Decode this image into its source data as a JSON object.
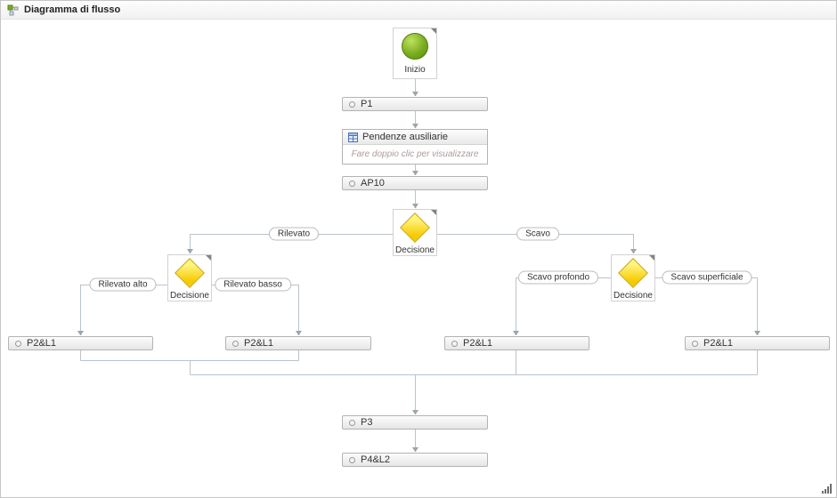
{
  "titlebar": {
    "title": "Diagramma di flusso"
  },
  "nodes": {
    "start": {
      "label": "Inizio"
    },
    "p1": {
      "label": "P1"
    },
    "aux": {
      "title": "Pendenze ausiliarie",
      "hint": "Fare doppio clic per visualizzare"
    },
    "ap10": {
      "label": "AP10"
    },
    "decision_main": {
      "label": "Decisione"
    },
    "decision_left": {
      "label": "Decisione"
    },
    "decision_right": {
      "label": "Decisione"
    },
    "p2l1_a": {
      "label": "P2&L1"
    },
    "p2l1_b": {
      "label": "P2&L1"
    },
    "p2l1_c": {
      "label": "P2&L1"
    },
    "p2l1_d": {
      "label": "P2&L1"
    },
    "p3": {
      "label": "P3"
    },
    "p4l2": {
      "label": "P4&L2"
    }
  },
  "edge_labels": {
    "rilevato": "Rilevato",
    "scavo": "Scavo",
    "rilevato_alto": "Rilevato alto",
    "rilevato_basso": "Rilevato basso",
    "scavo_profondo": "Scavo profondo",
    "scavo_superficiale": "Scavo superficiale"
  },
  "colors": {
    "line": "#bac4cb",
    "arrow": "#9aa6ae",
    "diamond_yellow": "#f6ca00",
    "start_green": "#7aad20"
  }
}
